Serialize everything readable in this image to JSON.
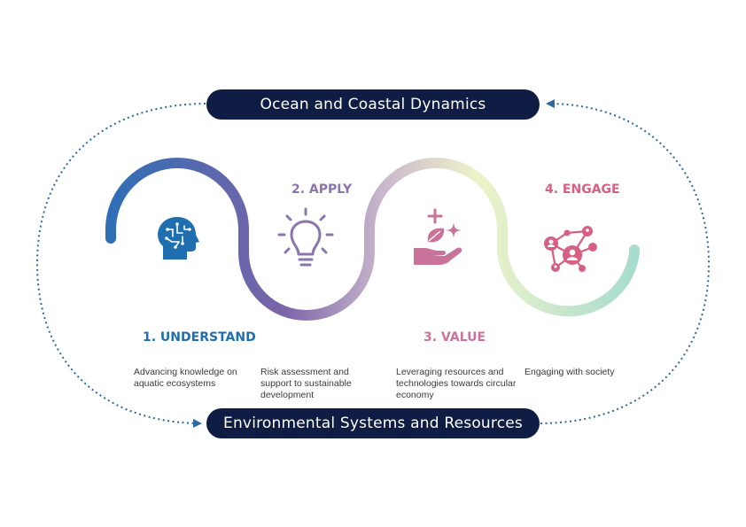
{
  "top_bar": {
    "label": "Ocean and Coastal Dynamics"
  },
  "bottom_bar": {
    "label": "Environmental Systems and Resources"
  },
  "steps": [
    {
      "title": "1. UNDERSTAND",
      "description": "Advancing knowledge on aquatic ecosystems",
      "icon": "brain-head-icon",
      "color": "#1f6fb0"
    },
    {
      "title": "2. APPLY",
      "description": "Risk assessment and support to sustainable development",
      "icon": "lightbulb-icon",
      "color": "#8a75ac"
    },
    {
      "title": "3. VALUE",
      "description": "Leveraging resources and technologies towards circular economy",
      "icon": "hand-leaf-icon",
      "color": "#c9739a"
    },
    {
      "title": "4. ENGAGE",
      "description": "Engaging with society",
      "icon": "people-network-icon",
      "color": "#d75f83"
    }
  ],
  "colors": {
    "bar": "#0f1d44",
    "cycle_arrow": "#2a6aa3",
    "wave_gradient": [
      "#2f6eb5",
      "#7b64a8",
      "#c9b8cc",
      "#eef3c8",
      "#a8dccf"
    ]
  }
}
